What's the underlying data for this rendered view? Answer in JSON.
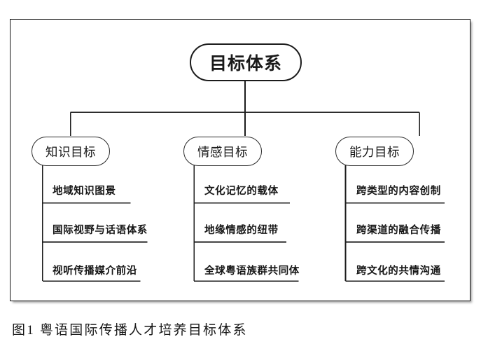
{
  "figure": {
    "caption": "图1  粤语国际传播人才培养目标体系",
    "root": {
      "label": "目标体系"
    },
    "branches": [
      {
        "label": "知识目标",
        "leaves": [
          "地域知识图景",
          "国际视野与话语体系",
          "视听传播媒介前沿"
        ]
      },
      {
        "label": "情感目标",
        "leaves": [
          "文化记忆的载体",
          "地缘情感的纽带",
          "全球粤语族群共同体"
        ]
      },
      {
        "label": "能力目标",
        "leaves": [
          "跨类型的内容创制",
          "跨渠道的融合传播",
          "跨文化的共情沟通"
        ]
      }
    ]
  },
  "style": {
    "line_color": "#1c1c1c",
    "text_color": "#171717",
    "background": "#ffffff",
    "frame_border": "#141414"
  }
}
